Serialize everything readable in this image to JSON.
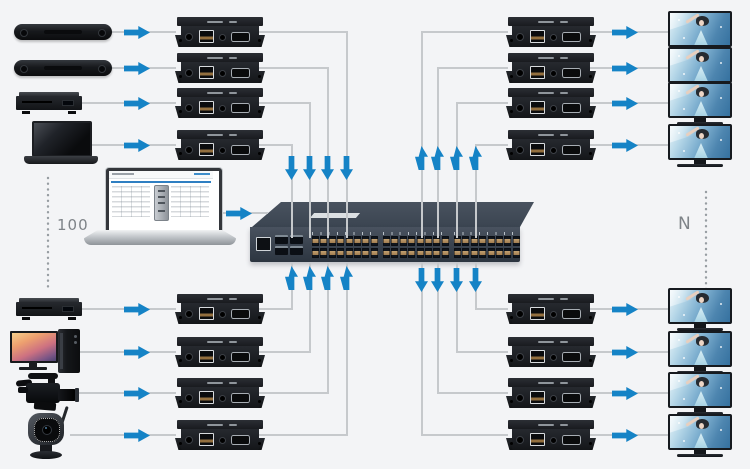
{
  "scene": {
    "background_color": "#f3f4f6",
    "left_count_label": "100",
    "right_count_label": "N"
  },
  "palette": {
    "connector_line_color": "#c6c9cc",
    "arrow_color": "#1583c6",
    "switch_body_color": "#3b4551"
  },
  "topology": {
    "top_left_sources": [
      "media-player",
      "media-player",
      "dvd-player",
      "laptop"
    ],
    "bottom_left_sources": [
      "dvd-player",
      "desktop-pc",
      "camcorder",
      "ip-camera"
    ],
    "top_left_transmitters": 4,
    "bottom_left_transmitters": 4,
    "top_right_receivers": 4,
    "bottom_right_receivers": 4,
    "top_right_displays": 4,
    "bottom_right_displays": 4,
    "control_computer": "management-laptop",
    "switch": {
      "type": "rack-ethernet-switch",
      "rj45_port_groups": 3,
      "ports_per_group": 16,
      "total_rj45_ports": 48,
      "sfp_cages": 4,
      "console_ports": 1
    }
  }
}
